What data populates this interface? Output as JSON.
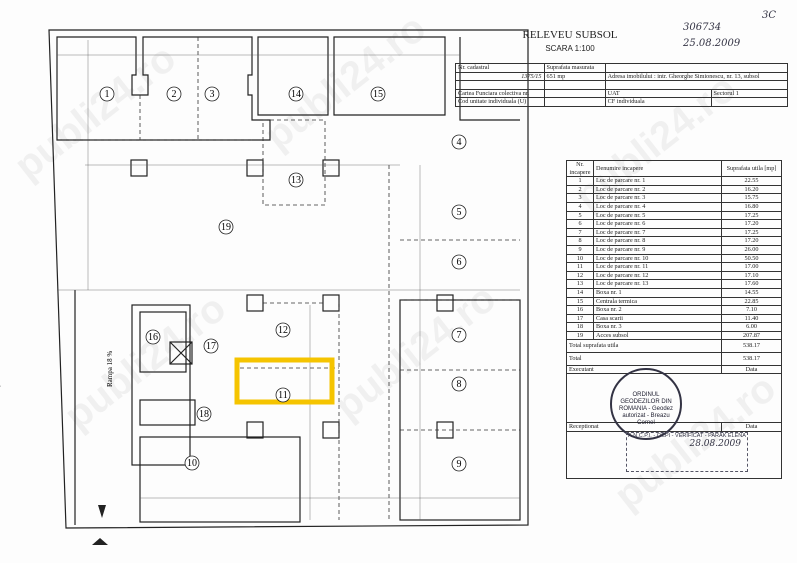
{
  "header": {
    "title": "RELEVEU SUBSOL",
    "scale": "SCARA 1:100",
    "handwritten_number": "306734",
    "handwritten_date": "25.08.2009",
    "corner_note": "3C"
  },
  "info_table": {
    "nr_cadastral_label": "Nr. cadastral",
    "nr_cadastral_value": "1375/15",
    "suprafata_label": "Suprafata masurata",
    "suprafata_value": "651 mp",
    "adresa": "Adresa imobilului : intr. Gheorghe Simionescu, nr. 13, subsol",
    "carte_funciara_label": "Cartea Funciara colectiva nr.",
    "uat_label": "UAT",
    "uat_value": "Sectorul 1",
    "cod_label": "Cod unitate individuala (U)",
    "cf_label": "CF individuala"
  },
  "rooms_table": {
    "headers": [
      "Nr. incapere",
      "Denumire incapere",
      "Suprafata utila [mp]"
    ],
    "rows": [
      [
        "1",
        "Loc de parcare nr. 1",
        "22.55"
      ],
      [
        "2",
        "Loc de parcare nr. 2",
        "16.20"
      ],
      [
        "3",
        "Loc de parcare nr. 3",
        "15.75"
      ],
      [
        "4",
        "Loc de parcare nr. 4",
        "16.80"
      ],
      [
        "5",
        "Loc de parcare nr. 5",
        "17.25"
      ],
      [
        "6",
        "Loc de parcare nr. 6",
        "17.20"
      ],
      [
        "7",
        "Loc de parcare nr. 7",
        "17.25"
      ],
      [
        "8",
        "Loc de parcare nr. 8",
        "17.20"
      ],
      [
        "9",
        "Loc de parcare nr. 9",
        "26.00"
      ],
      [
        "10",
        "Loc de parcare nr. 10",
        "50.50"
      ],
      [
        "11",
        "Loc de parcare nr. 11",
        "17.00"
      ],
      [
        "12",
        "Loc de parcare nr. 12",
        "17.10"
      ],
      [
        "13",
        "Loc de parcare nr. 13",
        "17.60"
      ],
      [
        "14",
        "Boxa nr. 1",
        "14.55"
      ],
      [
        "15",
        "Centrala termica",
        "22.85"
      ],
      [
        "16",
        "Boxa nr. 2",
        "7.10"
      ],
      [
        "17",
        "Casa scarii",
        "11.40"
      ],
      [
        "18",
        "Boxa nr. 3",
        "6.00"
      ],
      [
        "19",
        "Acces subsol",
        "207.87"
      ]
    ],
    "total_utila_label": "Total suprafata utila",
    "total_utila_value": "538.17",
    "total_label": "Total",
    "total_value": "538.17",
    "executant_label": "Executant",
    "data_label": "Data",
    "receptionat_label": "Receptionat"
  },
  "stamps": {
    "stamp1": "ORDINUL GEODEZILOR DIN ROMANIA - Geodez autorizat - Breazu Cornel",
    "stamp2": "A.N.C.P.I. - OCPI - VERIFICAT - PARAK ELENA",
    "stamp2_date": "28.08.2009"
  },
  "plan": {
    "rooms": [
      "1",
      "2",
      "3",
      "4",
      "5",
      "6",
      "7",
      "8",
      "9",
      "10",
      "11",
      "12",
      "13",
      "14",
      "15",
      "16",
      "17",
      "18",
      "19"
    ],
    "ramp_label": "Rampa 18 %",
    "highlight_color": "#f5c400"
  },
  "watermark": "publi24.ro"
}
